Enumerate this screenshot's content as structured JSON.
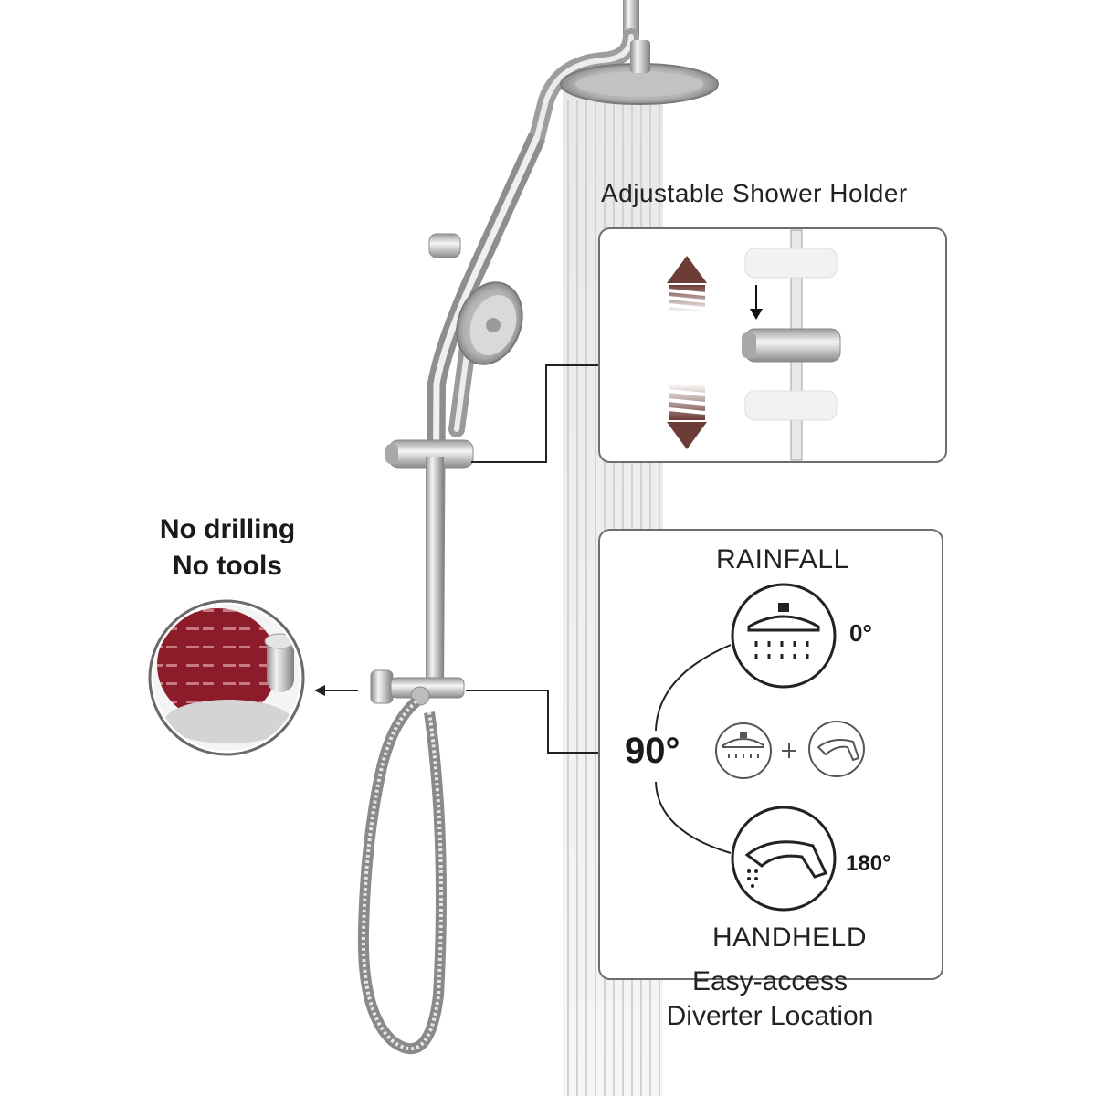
{
  "callouts": {
    "holder_title": "Adjustable Shower Holder",
    "no_drilling": "No drilling",
    "no_tools": "No tools",
    "diverter_line1": "Easy-access",
    "diverter_line2": "Diverter Location"
  },
  "diverter": {
    "rainfall_label": "RAINFALL",
    "rainfall_angle": "0°",
    "both_angle": "90°",
    "handheld_label": "HANDHELD",
    "handheld_angle": "180°"
  },
  "colors": {
    "chrome_light": "#f2f2f2",
    "chrome_mid": "#bdbdbd",
    "chrome_dark": "#7a7a7a",
    "adhesive_red": "#8c1c2a",
    "arrow_brown": "#6b3d36",
    "panel_border": "#6e6e6e"
  }
}
